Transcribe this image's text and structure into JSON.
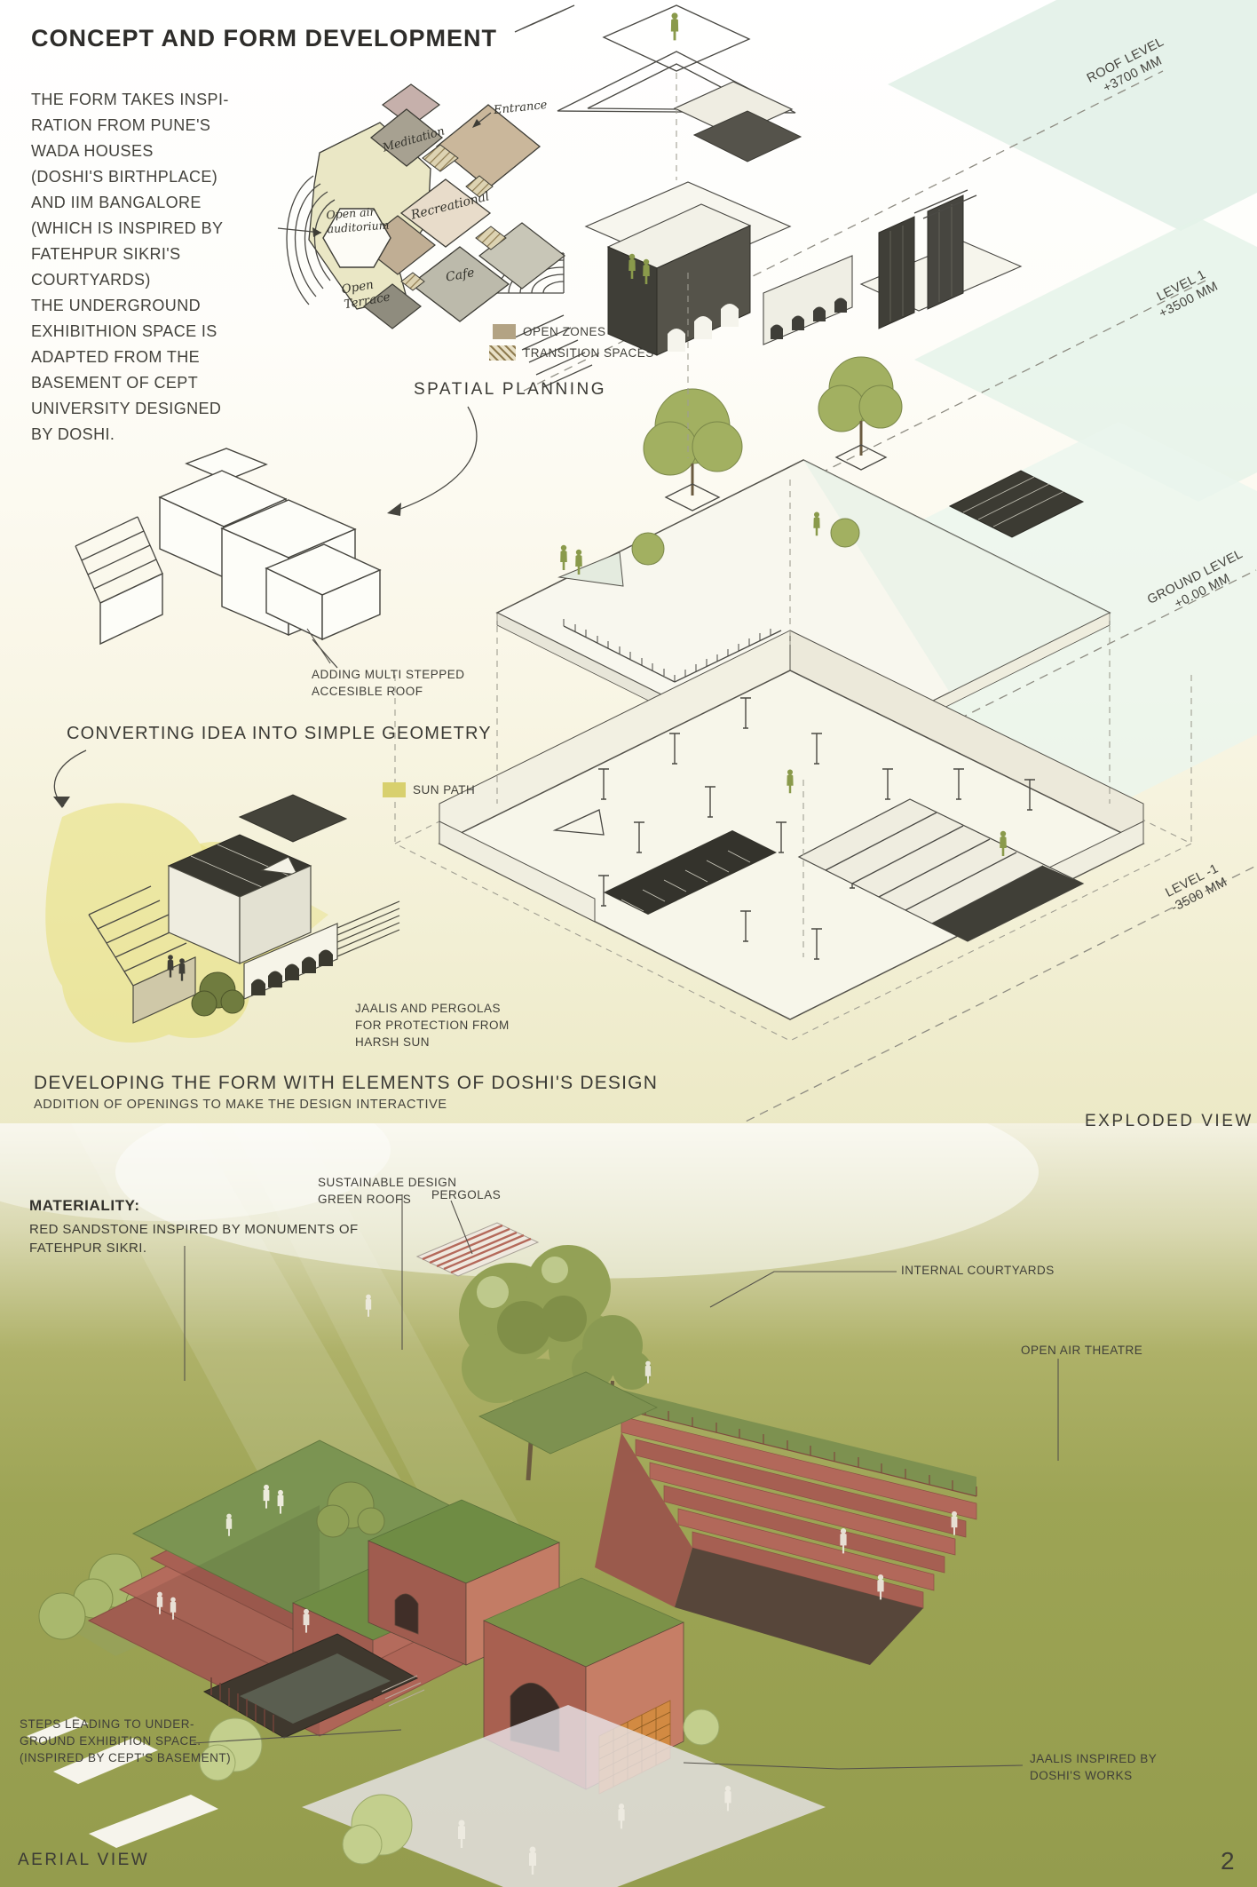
{
  "header": {
    "title": "CONCEPT AND FORM DEVELOPMENT"
  },
  "intro": {
    "text": "THE FORM TAKES INSPI-\nRATION FROM PUNE'S\nWADA HOUSES\n(DOSHI'S BIRTHPLACE)\nAND IIM BANGALORE\n(WHICH IS INSPIRED BY\nFATEHPUR SIKRI'S\nCOURTYARDS)\nTHE UNDERGROUND\nEXHIBITHION SPACE IS\nADAPTED FROM THE\nBASEMENT OF CEPT\nUNIVERSITY DESIGNED\nBY DOSHI."
  },
  "spatial_planning": {
    "caption": "SPATIAL PLANNING",
    "labels": {
      "meditation": "Meditation",
      "entrance": "Entrance",
      "recreational": "Recreational",
      "cafe": "Cafe",
      "open_air_auditorium": "Open air\nauditorium",
      "open_terrace": "Open\nTerrace"
    },
    "legend": {
      "open_zones": "OPEN ZONES",
      "transition_spaces": "TRANSITION SPACES"
    }
  },
  "form_steps": {
    "stepped_roof_label": "ADDING MULTI STEPPED\nACCESIBLE ROOF",
    "geometry_heading": "CONVERTING IDEA INTO SIMPLE GEOMETRY",
    "sun_path_label": "SUN PATH",
    "jaalis_label": "JAALIS AND PERGOLAS\nFOR PROTECTION FROM\nHARSH SUN",
    "developing_heading": "DEVELOPING THE FORM WITH ELEMENTS OF DOSHI'S DESIGN",
    "developing_subheading": "ADDITION OF OPENINGS TO MAKE THE DESIGN INTERACTIVE"
  },
  "exploded_view": {
    "caption": "EXPLODED VIEW",
    "levels": [
      {
        "name": "ROOF LEVEL",
        "elevation": "+3700 MM"
      },
      {
        "name": "LEVEL 1",
        "elevation": "+3500 MM"
      },
      {
        "name": "GROUND LEVEL",
        "elevation": "+0.00 MM"
      },
      {
        "name": "LEVEL -1",
        "elevation": "-3500 MM"
      }
    ]
  },
  "aerial_view": {
    "caption": "AERIAL VIEW",
    "materiality_heading": "MATERIALITY:",
    "materiality_text": "RED SANDSTONE INSPIRED BY MONUMENTS OF\nFATEHPUR SIKRI.",
    "labels": {
      "green_roofs": "SUSTAINABLE DESIGN\nGREEN ROOFS",
      "pergolas": "PERGOLAS",
      "internal_courtyards": "INTERNAL COURTYARDS",
      "open_air_theatre": "OPEN AIR THEATRE",
      "underground_steps": "STEPS LEADING TO UNDER-\nGROUND EXHIBITION SPACE.\n(INSPIRED BY CEPT'S BASEMENT)",
      "jaalis": "JAALIS INSPIRED BY\nDOSHI'S WORKS"
    }
  },
  "page": {
    "number": "2"
  },
  "colors": {
    "open_zone_swatch": "#b3a384",
    "sun_path_swatch": "#d8d06e",
    "mint_plane": "#e0f0e6",
    "brick_red": "#b2685a",
    "roof_green": "#75914a",
    "text": "#3b3a35"
  }
}
